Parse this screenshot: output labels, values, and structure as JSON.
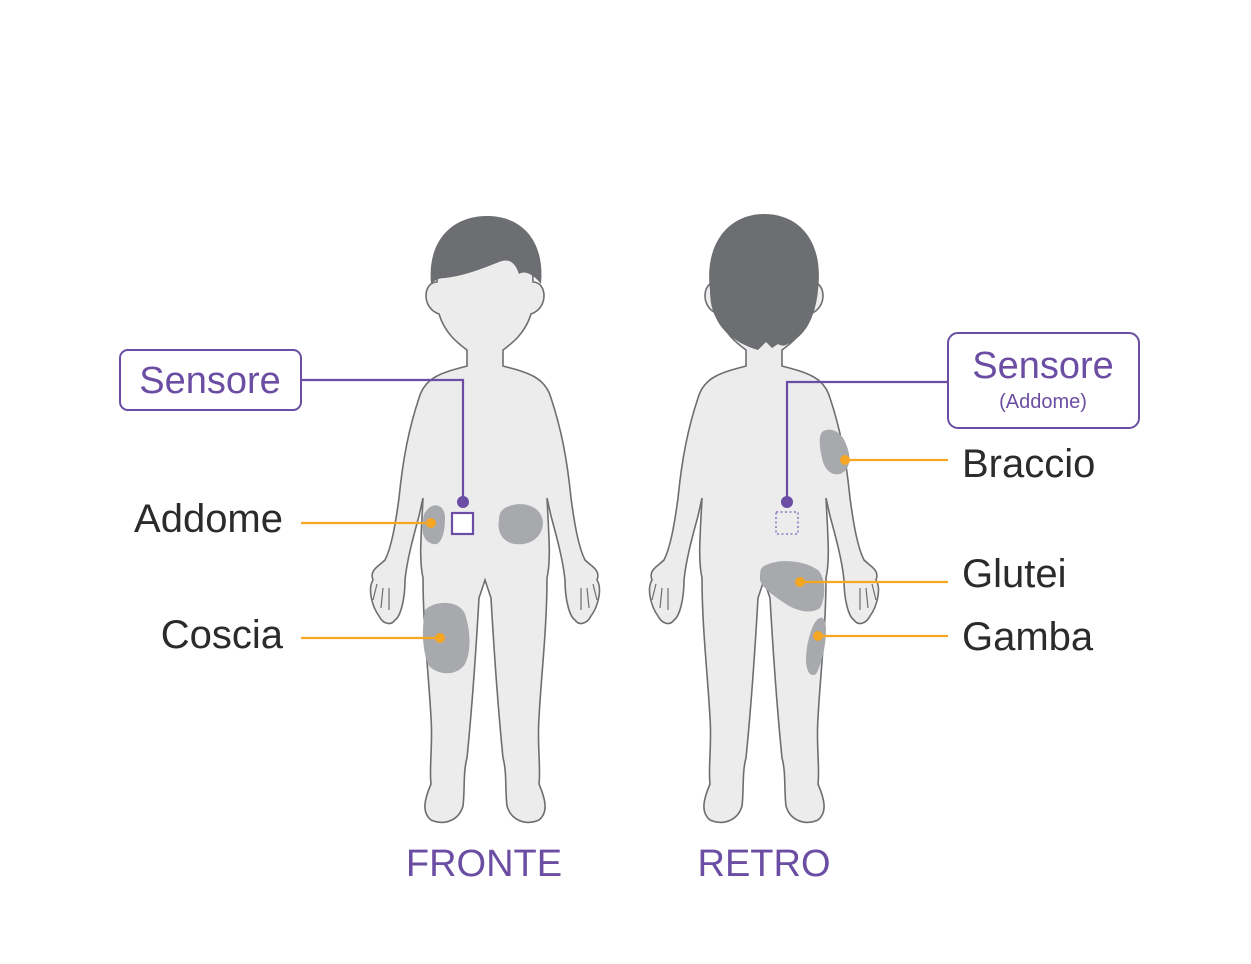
{
  "colors": {
    "body_fill": "#ececed",
    "body_outline": "#6d6e71",
    "hair": "#6d6e71",
    "zone": "#a7a9ac",
    "sensor_purple": "#6b4ea3",
    "leader_orange": "#f5a623",
    "text_dark": "#2b2b2b"
  },
  "front": {
    "view_label": "FRONTE",
    "sensor_label": "Sensore",
    "zones": [
      {
        "id": "addome",
        "label": "Addome"
      },
      {
        "id": "coscia",
        "label": "Coscia"
      }
    ]
  },
  "back": {
    "view_label": "RETRO",
    "sensor_label": "Sensore",
    "sensor_sublabel": "(Addome)",
    "zones": [
      {
        "id": "braccio",
        "label": "Braccio"
      },
      {
        "id": "glutei",
        "label": "Glutei"
      },
      {
        "id": "gamba",
        "label": "Gamba"
      }
    ]
  }
}
